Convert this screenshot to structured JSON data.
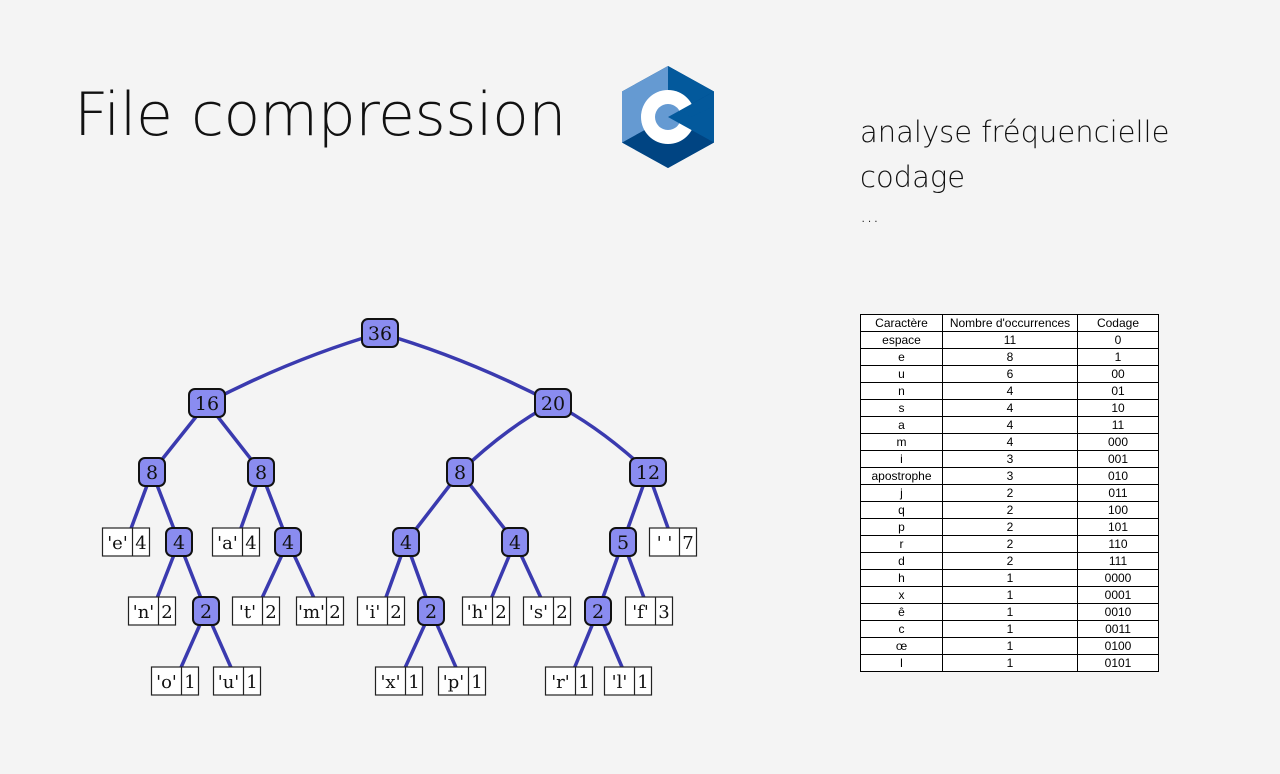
{
  "title": "File compression",
  "logo": {
    "icon": "c-language-logo",
    "letter": "C",
    "colors": {
      "light": "#659ad2",
      "mid": "#03599c",
      "dark": "#004482"
    }
  },
  "side_list": [
    "analyse fréquencielle",
    "codage",
    "..."
  ],
  "tree": {
    "edge_color": "#3a3aaf",
    "node_fill": "#8a8cf0",
    "internal_nodes": [
      "36",
      "16",
      "20",
      "8",
      "8",
      "8",
      "12",
      "4",
      "4",
      "4",
      "4",
      "5",
      "2",
      "2",
      "2"
    ],
    "leaves": [
      {
        "char": "'e'",
        "count": "4"
      },
      {
        "char": "'a'",
        "count": "4"
      },
      {
        "char": "' '",
        "count": "7"
      },
      {
        "char": "'n'",
        "count": "2"
      },
      {
        "char": "'t'",
        "count": "2"
      },
      {
        "char": "'m'",
        "count": "2"
      },
      {
        "char": "'i'",
        "count": "2"
      },
      {
        "char": "'h'",
        "count": "2"
      },
      {
        "char": "'s'",
        "count": "2"
      },
      {
        "char": "'f'",
        "count": "3"
      },
      {
        "char": "'o'",
        "count": "1"
      },
      {
        "char": "'u'",
        "count": "1"
      },
      {
        "char": "'x'",
        "count": "1"
      },
      {
        "char": "'p'",
        "count": "1"
      },
      {
        "char": "'r'",
        "count": "1"
      },
      {
        "char": "'l'",
        "count": "1"
      }
    ]
  },
  "table": {
    "headers": [
      "Caractère",
      "Nombre d'occurrences",
      "Codage"
    ],
    "rows": [
      [
        "espace",
        "11",
        "0"
      ],
      [
        "e",
        "8",
        "1"
      ],
      [
        "u",
        "6",
        "00"
      ],
      [
        "n",
        "4",
        "01"
      ],
      [
        "s",
        "4",
        "10"
      ],
      [
        "a",
        "4",
        "11"
      ],
      [
        "m",
        "4",
        "000"
      ],
      [
        "i",
        "3",
        "001"
      ],
      [
        "apostrophe",
        "3",
        "010"
      ],
      [
        "j",
        "2",
        "011"
      ],
      [
        "q",
        "2",
        "100"
      ],
      [
        "p",
        "2",
        "101"
      ],
      [
        "r",
        "2",
        "110"
      ],
      [
        "d",
        "2",
        "111"
      ],
      [
        "h",
        "1",
        "0000"
      ],
      [
        "x",
        "1",
        "0001"
      ],
      [
        "ê",
        "1",
        "0010"
      ],
      [
        "c",
        "1",
        "0011"
      ],
      [
        "œ",
        "1",
        "0100"
      ],
      [
        "l",
        "1",
        "0101"
      ]
    ]
  }
}
